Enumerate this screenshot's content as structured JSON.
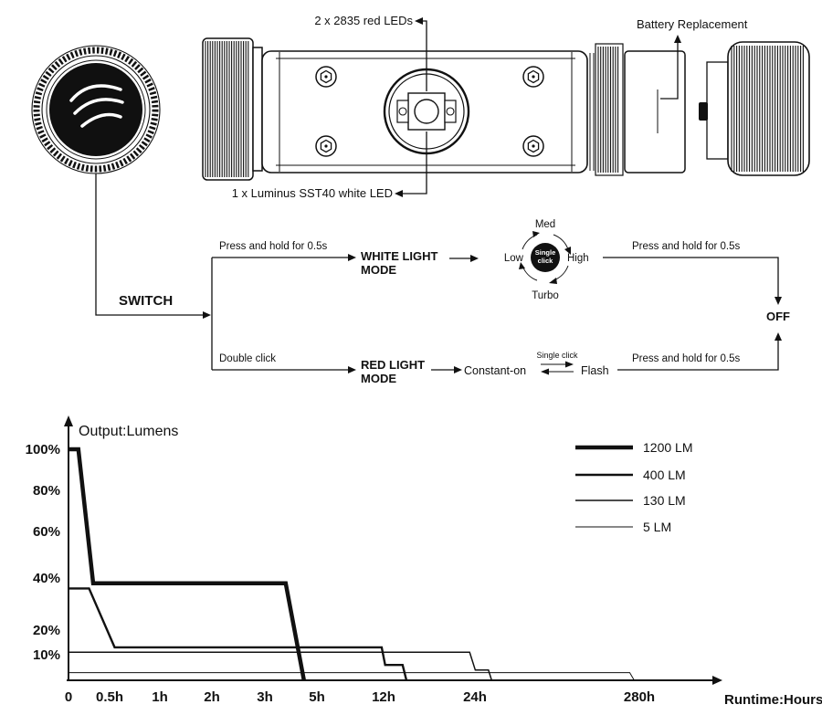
{
  "parts_diagram": {
    "red_leds_label": "2 x 2835 red LEDs",
    "white_led_label": "1 x Luminus SST40 white LED",
    "battery_label": "Battery Replacement"
  },
  "flowchart": {
    "switch_label": "SWITCH",
    "press_hold": "Press and hold for 0.5s",
    "white_mode_line1": "WHITE LIGHT",
    "white_mode_line2": "MODE",
    "red_mode_line1": "RED LIGHT",
    "red_mode_line2": "MODE",
    "double_click": "Double click",
    "constant_on": "Constant-on",
    "single_click": "Single click",
    "flash": "Flash",
    "off": "OFF",
    "cycle": {
      "top": "Med",
      "right": "High",
      "bottom": "Turbo",
      "left": "Low",
      "center_line1": "Single",
      "center_line2": "click"
    }
  },
  "chart_data": {
    "type": "line",
    "title": "",
    "ylabel": "Output:Lumens",
    "xlabel": "Runtime:Hours",
    "grid": false,
    "legend_position": "top-right",
    "x_axis_nonlinear": true,
    "x_ticks": [
      {
        "label": "0",
        "hours": 0
      },
      {
        "label": "0.5h",
        "hours": 0.5
      },
      {
        "label": "1h",
        "hours": 1
      },
      {
        "label": "2h",
        "hours": 2
      },
      {
        "label": "3h",
        "hours": 3
      },
      {
        "label": "5h",
        "hours": 5
      },
      {
        "label": "12h",
        "hours": 12
      },
      {
        "label": "24h",
        "hours": 24
      },
      {
        "label": "280h",
        "hours": 280
      }
    ],
    "y_ticks": [
      {
        "label": "100%",
        "percent": 100
      },
      {
        "label": "80%",
        "percent": 80
      },
      {
        "label": "60%",
        "percent": 60
      },
      {
        "label": "40%",
        "percent": 40
      },
      {
        "label": "20%",
        "percent": 20
      },
      {
        "label": "10%",
        "percent": 10
      }
    ],
    "series": [
      {
        "name": "1200 LM",
        "line_width": 4.5,
        "points_hours_percent": [
          [
            0,
            100
          ],
          [
            0.12,
            100
          ],
          [
            0.3,
            38
          ],
          [
            3.8,
            38
          ],
          [
            4.5,
            0
          ]
        ]
      },
      {
        "name": "400 LM",
        "line_width": 2.4,
        "points_hours_percent": [
          [
            0,
            36
          ],
          [
            0.25,
            36
          ],
          [
            0.55,
            13
          ],
          [
            11.8,
            13
          ],
          [
            12.2,
            6
          ],
          [
            14.5,
            6
          ],
          [
            15,
            0
          ]
        ]
      },
      {
        "name": "130 LM",
        "line_width": 1.5,
        "points_hours_percent": [
          [
            0,
            11
          ],
          [
            23.3,
            11
          ],
          [
            24.5,
            4
          ],
          [
            45,
            4
          ],
          [
            50,
            0
          ]
        ]
      },
      {
        "name": "5 LM",
        "line_width": 1,
        "points_hours_percent": [
          [
            0,
            3
          ],
          [
            265,
            3
          ],
          [
            272,
            0
          ]
        ]
      }
    ]
  }
}
